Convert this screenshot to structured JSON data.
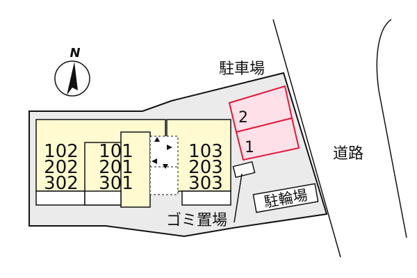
{
  "compass": {
    "letter": "N"
  },
  "labels": {
    "parking": "駐車場",
    "road": "道路",
    "bicycle_parking": "駐輪場",
    "garbage": "ゴミ置場"
  },
  "units": {
    "left": [
      "102",
      "202",
      "302"
    ],
    "middle": [
      "101",
      "201",
      "301"
    ],
    "right": [
      "103",
      "203",
      "303"
    ]
  },
  "parking_slots": [
    "2",
    "1"
  ],
  "colors": {
    "site": "#ebebeb",
    "building": "#fffad0",
    "parking_fill": "#fde0e8",
    "parking_stroke": "#e5173a",
    "line": "#111111"
  }
}
